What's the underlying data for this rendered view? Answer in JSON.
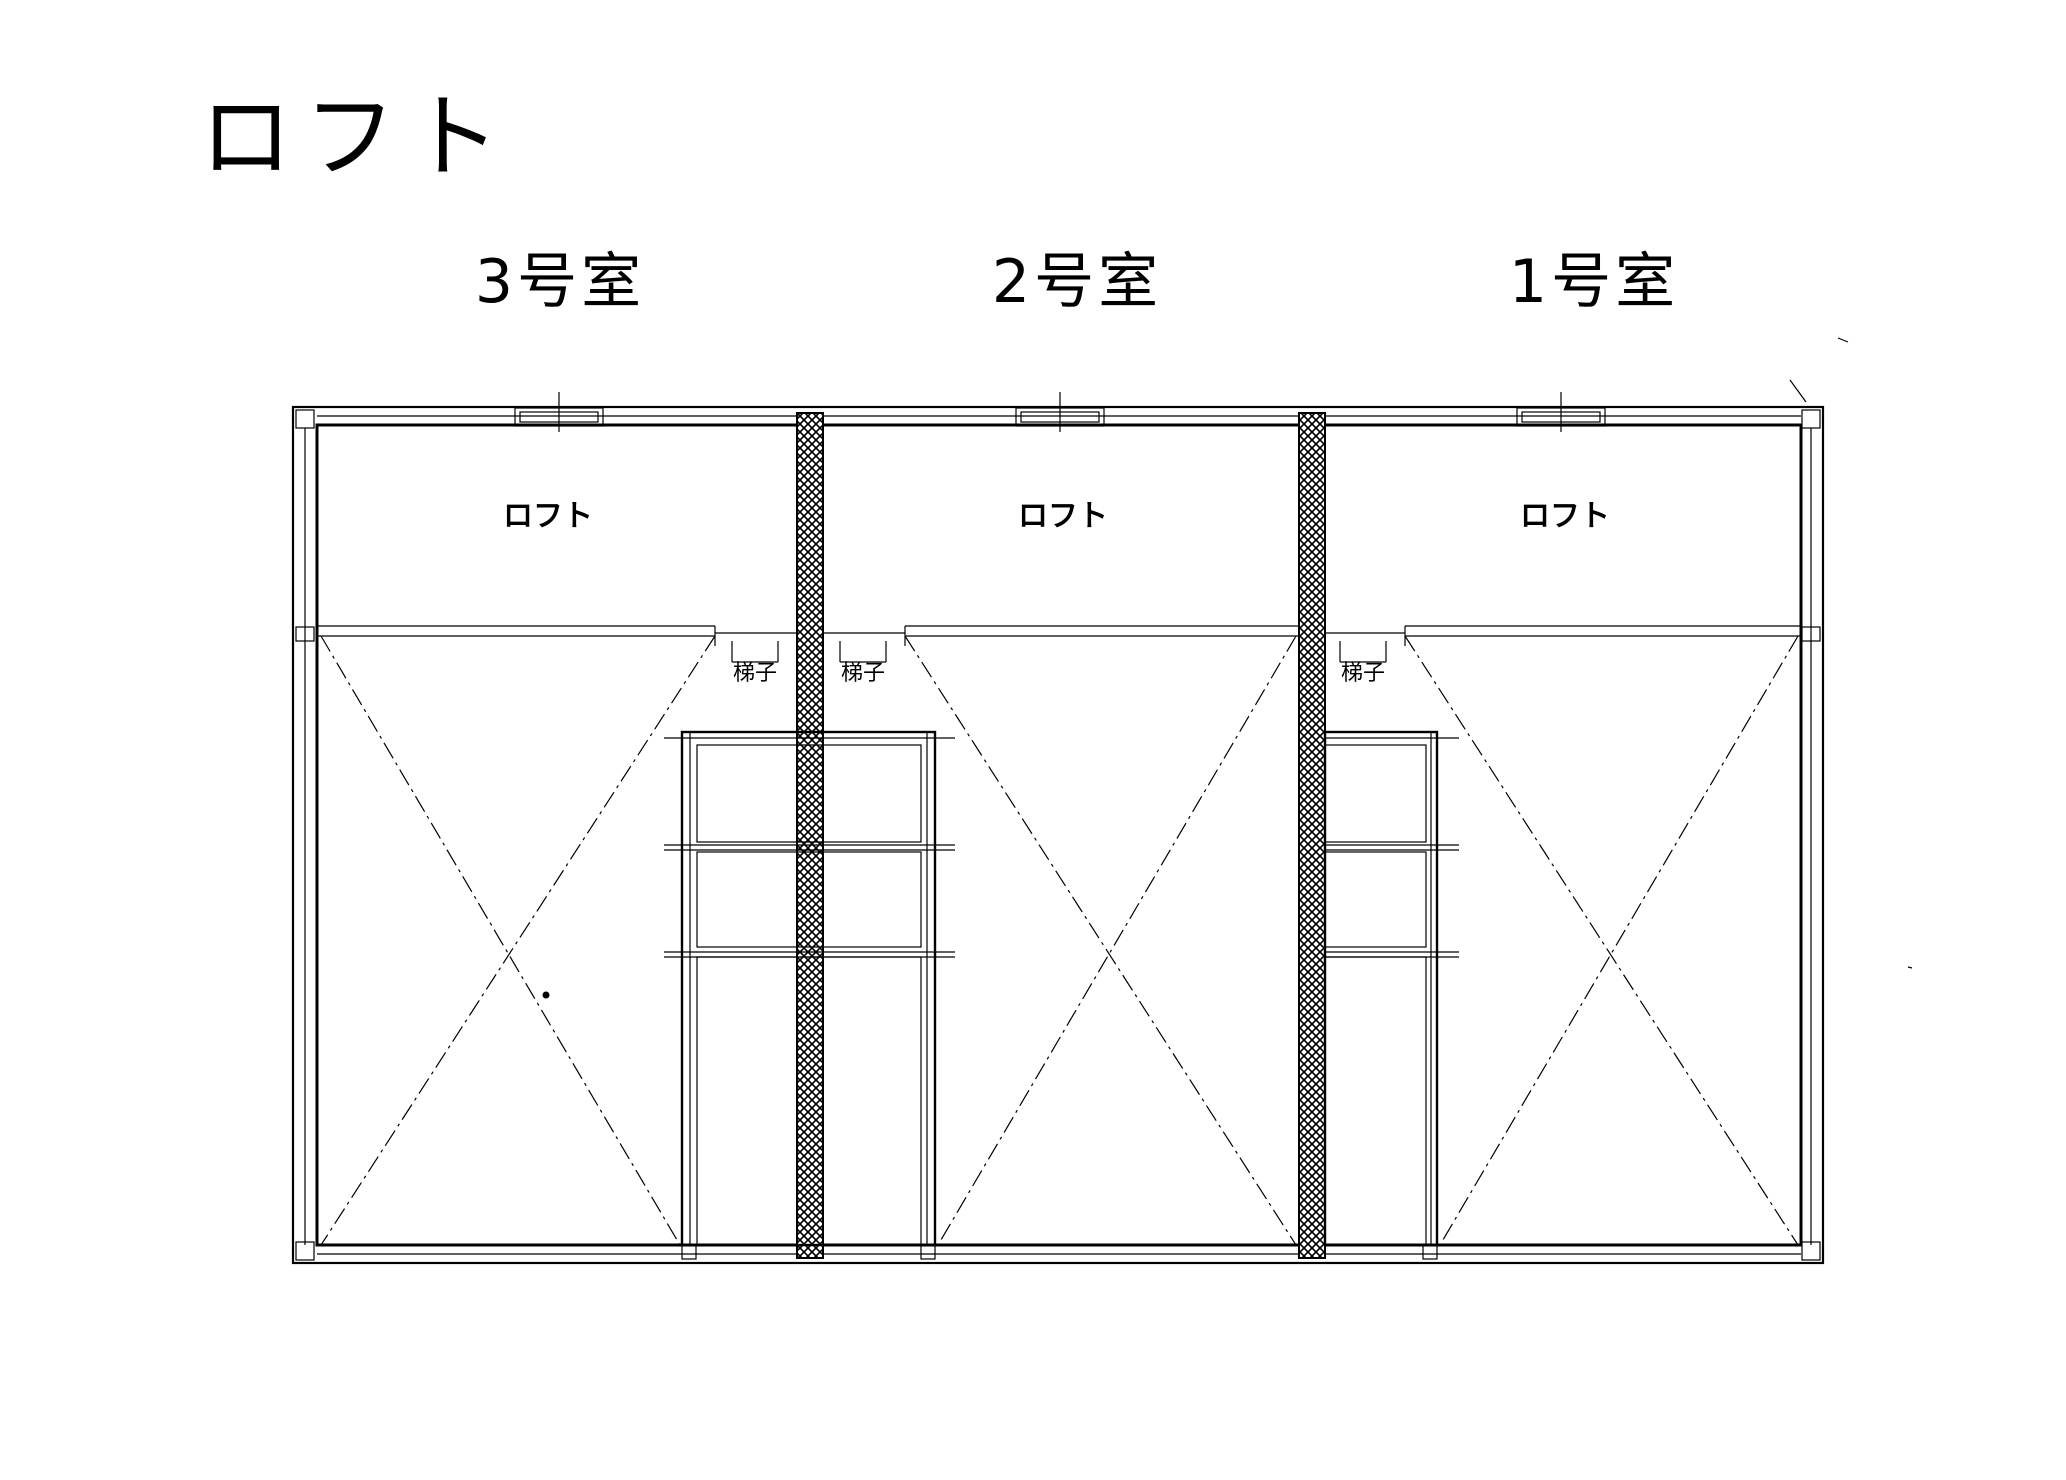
{
  "page_title": "ロフト",
  "rooms": [
    {
      "title": "3号室",
      "loft_label": "ロフト"
    },
    {
      "title": "2号室",
      "loft_label": "ロフト"
    },
    {
      "title": "1号室",
      "loft_label": "ロフト"
    }
  ],
  "ladder_labels": [
    "梯子",
    "梯子",
    "梯子"
  ],
  "colors": {
    "line": "#000000",
    "background": "#ffffff"
  }
}
